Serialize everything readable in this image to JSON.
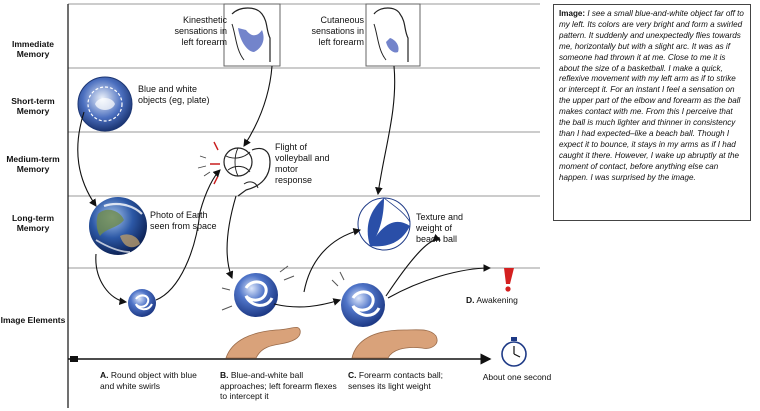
{
  "rows": {
    "immediate": "Immediate Memory",
    "short_term": "Short-term Memory",
    "medium_term": "Medium-term Memory",
    "long_term": "Long-term Memory",
    "image_elements": "Image Elements"
  },
  "items": {
    "kinesthetic": "Kinesthetic sensations in left forearm",
    "cutaneous": "Cutaneous sensations in left forearm",
    "blue_white": "Blue and white objects (eg, plate)",
    "volleyball": "Flight of volleyball and motor response",
    "earth": "Photo of Earth seen from space",
    "beach_ball": "Texture and weight of beach ball"
  },
  "captions": {
    "a_letter": "A.",
    "a_text": "Round object with blue and white swirls",
    "b_letter": "B.",
    "b_text": "Blue-and-white ball approaches; left forearm flexes to intercept it",
    "c_letter": "C.",
    "c_text": "Forearm contacts ball; senses its light weight",
    "d_letter": "D.",
    "d_text": "Awakening",
    "timer": "About one second"
  },
  "narrative": {
    "lead": "Image:",
    "text": "I see a small blue-and-white object far off to my left. Its colors are very bright and form a swirled pattern. It suddenly and unexpectedly flies towards me, horizontally but with a slight arc. It was as if someone had thrown it at me. Close to me it is about the size of a basketball. I make a quick, reflexive movement with my left arm as if to strike or intercept it. For an instant I feel a sensation on the upper part of the elbow and forearm as the ball makes contact with me. From this I perceive that the ball is much lighter and thinner in consistency than I had expected–like a beach ball. Though I expect it to bounce, it stays in my arms as if I had caught it there. However, I wake up abruptly at the moment of contact, before anything else can happen. I was surprised by the image."
  },
  "colors": {
    "ball_blue": "#2a4fa8",
    "exclaim_red": "#d42020",
    "skin": "#d9a27a"
  }
}
